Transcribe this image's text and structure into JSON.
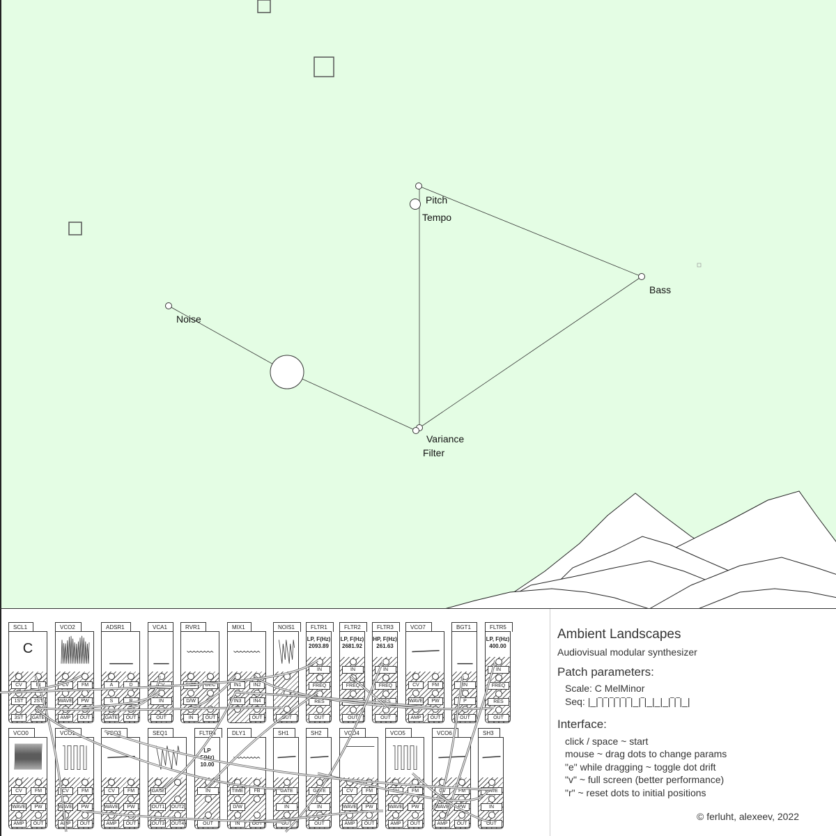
{
  "scene": {
    "background": "#e4fde4",
    "nodes": [
      {
        "id": "pitch",
        "label": "Pitch"
      },
      {
        "id": "tempo",
        "label": "Tempo"
      },
      {
        "id": "bass",
        "label": "Bass"
      },
      {
        "id": "noise",
        "label": "Noise"
      },
      {
        "id": "filter",
        "label": "Filter"
      },
      {
        "id": "variance",
        "label": "Variance"
      }
    ]
  },
  "rack": {
    "modules": [
      {
        "name": "SCL1",
        "display": {
          "type": "text",
          "text": "C",
          "big": true
        },
        "ports": [
          [
            "CV",
            "IN"
          ],
          [
            "1ST",
            "2ST"
          ],
          [
            "3ST",
            "GATE"
          ]
        ]
      },
      {
        "name": "VCO2",
        "display": {
          "type": "saw"
        },
        "ports": [
          [
            "CV",
            "FM"
          ],
          [
            "WAVE",
            "PW"
          ],
          [
            "AMP",
            "OUT"
          ]
        ]
      },
      {
        "name": "ADSR1",
        "display": {
          "type": "low"
        },
        "ports": [
          [
            "A",
            "D"
          ],
          [
            "S",
            "R"
          ],
          [
            "GATE",
            "OUT"
          ]
        ]
      },
      {
        "name": "VCA1",
        "display": {
          "type": "low"
        },
        "ports": [
          [
            "CV"
          ],
          [
            "IN"
          ],
          [
            "OUT"
          ]
        ]
      },
      {
        "name": "RVR1",
        "display": {
          "type": "wiggle"
        },
        "ports": [
          [
            "SIZE",
            "DEC"
          ],
          [
            "D/W",
            ""
          ],
          [
            "IN",
            "OUT"
          ]
        ]
      },
      {
        "name": "MIX1",
        "display": {
          "type": "wiggle"
        },
        "ports": [
          [
            "IN1",
            "IN2"
          ],
          [
            "IN3",
            "IN4"
          ],
          [
            "",
            "OUT"
          ]
        ]
      },
      {
        "name": "NOIS1",
        "display": {
          "type": "noise"
        },
        "ports": [
          [
            ""
          ],
          [
            ""
          ],
          [
            "OUT"
          ]
        ]
      },
      {
        "name": "FLTR1",
        "display": {
          "type": "text",
          "text": "LP, F(Hz)\n2093.89"
        },
        "ports": [
          [
            "IN"
          ],
          [
            "FREQ"
          ],
          [
            "RES"
          ],
          [
            "OUT"
          ]
        ]
      },
      {
        "name": "FLTR2",
        "display": {
          "type": "text",
          "text": "LP, F(Hz)\n2681.92"
        },
        "ports": [
          [
            "IN"
          ],
          [
            "FREQ"
          ],
          [
            "RES"
          ],
          [
            "OUT"
          ]
        ]
      },
      {
        "name": "FLTR3",
        "display": {
          "type": "text",
          "text": "HP, F(Hz)\n261.63"
        },
        "ports": [
          [
            "IN"
          ],
          [
            "FREQ"
          ],
          [
            "RES"
          ],
          [
            "OUT"
          ]
        ]
      },
      {
        "name": "VCO7",
        "display": {
          "type": "mid"
        },
        "ports": [
          [
            "CV",
            "FM"
          ],
          [
            "WAVE",
            "PW"
          ],
          [
            "AMP",
            "OUT"
          ]
        ]
      },
      {
        "name": "BGT1",
        "display": {
          "type": "low"
        },
        "ports": [
          [
            "IN"
          ],
          [
            "P"
          ],
          [
            "OUT"
          ]
        ]
      },
      {
        "name": "FLTR5",
        "display": {
          "type": "text",
          "text": "LP, F(Hz)\n400.00"
        },
        "ports": [
          [
            "IN"
          ],
          [
            "FREQ"
          ],
          [
            "RES"
          ],
          [
            "OUT"
          ]
        ]
      },
      {
        "name": "VCO0",
        "display": {
          "type": "dense"
        },
        "ports": [
          [
            "CV",
            "FM"
          ],
          [
            "WAVE",
            "PW"
          ],
          [
            "AMP",
            "OUT"
          ]
        ]
      },
      {
        "name": "VCO1",
        "display": {
          "type": "square"
        },
        "ports": [
          [
            "CV",
            "FM"
          ],
          [
            "WAVE",
            "PW"
          ],
          [
            "AMP",
            "OUT"
          ]
        ]
      },
      {
        "name": "VCO3",
        "display": {
          "type": "mid"
        },
        "ports": [
          [
            "CV",
            "FM"
          ],
          [
            "WAVE",
            "PW"
          ],
          [
            "AMP",
            "OUT"
          ]
        ]
      },
      {
        "name": "SEQ1",
        "display": {
          "type": "noise"
        },
        "ports": [
          [
            "GATE",
            ""
          ],
          [
            "OUT1",
            "OUT2"
          ],
          [
            "OUT3",
            "OUT4"
          ]
        ]
      },
      {
        "name": "FLTR4",
        "display": {
          "type": "text",
          "text": "LP\nF(Hz)\n10.00"
        },
        "ports": [
          [
            "IN"
          ],
          [
            ""
          ],
          [
            "OUT"
          ]
        ]
      },
      {
        "name": "DLY1",
        "display": {
          "type": "wiggle"
        },
        "ports": [
          [
            "TIME",
            "FB"
          ],
          [
            "D/W",
            ""
          ],
          [
            "IN",
            "OUT"
          ]
        ]
      },
      {
        "name": "SH1",
        "display": {
          "type": "mid"
        },
        "ports": [
          [
            "GATE"
          ],
          [
            "IN"
          ],
          [
            "OUT"
          ]
        ]
      },
      {
        "name": "SH2",
        "display": {
          "type": "mid"
        },
        "ports": [
          [
            "GATE"
          ],
          [
            "IN"
          ],
          [
            "OUT"
          ]
        ]
      },
      {
        "name": "VCO4",
        "display": {
          "type": "high"
        },
        "ports": [
          [
            "CV",
            "FM"
          ],
          [
            "WAVE",
            "PW"
          ],
          [
            "AMP",
            "OUT"
          ]
        ]
      },
      {
        "name": "VCO5",
        "display": {
          "type": "square"
        },
        "ports": [
          [
            "CV",
            "FM"
          ],
          [
            "WAVE",
            "PW"
          ],
          [
            "AMP",
            "OUT"
          ]
        ]
      },
      {
        "name": "VCO6",
        "display": {
          "type": "mid"
        },
        "ports": [
          [
            "CV",
            "FM"
          ],
          [
            "WAVE",
            "PW"
          ],
          [
            "AMP",
            "OUT"
          ]
        ]
      },
      {
        "name": "SH3",
        "display": {
          "type": "mid"
        },
        "ports": [
          [
            "GATE"
          ],
          [
            "IN"
          ],
          [
            "OUT"
          ]
        ]
      }
    ]
  },
  "info": {
    "title": "Ambient Landscapes",
    "subtitle": "Audiovisual modular synthesizer",
    "patch_heading": "Patch parameters:",
    "scale": "Scale: C MelMinor",
    "seq": "Seq: |_|‾|‾|‾|‾|‾|‾|_|‾|_|_|_|‾|‾|_|",
    "interface_heading": "Interface:",
    "instructions": [
      "click / space ~ start",
      "mouse ~ drag dots to change params",
      "\"e\" while dragging ~ toggle dot drift",
      "\"v\" ~ full screen (better performance)",
      "\"r\" ~ reset dots to initial positions"
    ],
    "credits": "© ferluht, alexeev, 2022"
  }
}
